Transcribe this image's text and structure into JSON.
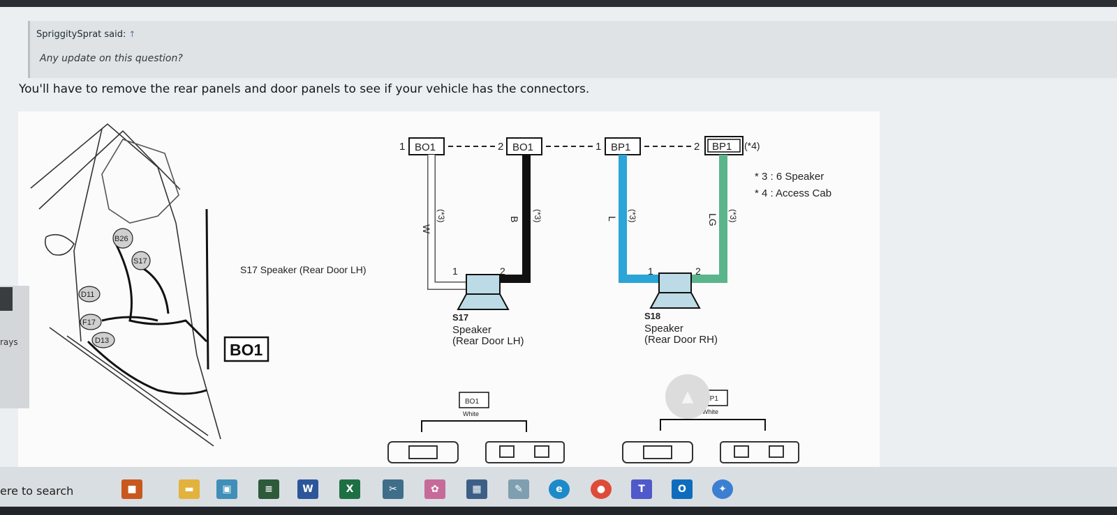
{
  "quote": {
    "author": "SpriggitySprat said:",
    "author_icon": "arrow-up-icon",
    "text": "Any update on this question?"
  },
  "reply": {
    "text": "You'll have to remove the rear panels and door panels to see if your vehicle has the connectors."
  },
  "diagram": {
    "left_labels": {
      "b26": "B26",
      "s17": "S17",
      "d11": "D11",
      "f17": "F17",
      "d13": "D13",
      "s17_caption": "S17   Speaker (Rear Door LH)",
      "bo1": "BO1"
    },
    "connectors": {
      "c1_pin": "1",
      "c1_name": "BO1",
      "c2_pin": "2",
      "c2_name": "BO1",
      "c3_pin": "1",
      "c3_name": "BP1",
      "c4_pin": "2",
      "c4_name": "BP1",
      "c4_note": "(*4)"
    },
    "notes": {
      "n1": "* 3 : 6 Speaker",
      "n2": "* 4 : Access Cab"
    },
    "wires": {
      "w_color": "W",
      "w_note": "(*3)",
      "b_color": "B",
      "b_note": "(*3)",
      "l_color": "L",
      "l_note": "(*3)",
      "lg_color": "LG",
      "lg_note": "(*3)"
    },
    "speaker_lh": {
      "pin1": "1",
      "pin2": "2",
      "id": "S17",
      "name": "Speaker",
      "location": "(Rear Door LH)"
    },
    "speaker_rh": {
      "pin1": "1",
      "pin2": "2",
      "id": "S18",
      "name": "Speaker",
      "location": "(Rear Door RH)"
    },
    "connector_views": {
      "bo1_name": "BO1",
      "bo1_color": "White",
      "bp1_name": "BP1",
      "bp1_color": "White"
    },
    "colors": {
      "white_wire": "#ffffff",
      "black_wire": "#111111",
      "blue_wire": "#2aa5d6",
      "green_wire": "#5ab58a",
      "speaker_fill": "#bcdbe6"
    }
  },
  "left_pane": {
    "label": "rays"
  },
  "taskbar": {
    "search_text": "ere to search",
    "icons": [
      "briefcase-icon",
      "folder-icon",
      "photos-icon",
      "calculator-icon",
      "word-icon",
      "excel-icon",
      "snip-icon",
      "paint-icon",
      "calc-grid-icon",
      "pen-icon",
      "edge-icon",
      "chrome-icon",
      "teams-icon",
      "outlook-icon",
      "compass-icon"
    ]
  },
  "scroll_top": {
    "icon": "chevron-up-icon"
  }
}
